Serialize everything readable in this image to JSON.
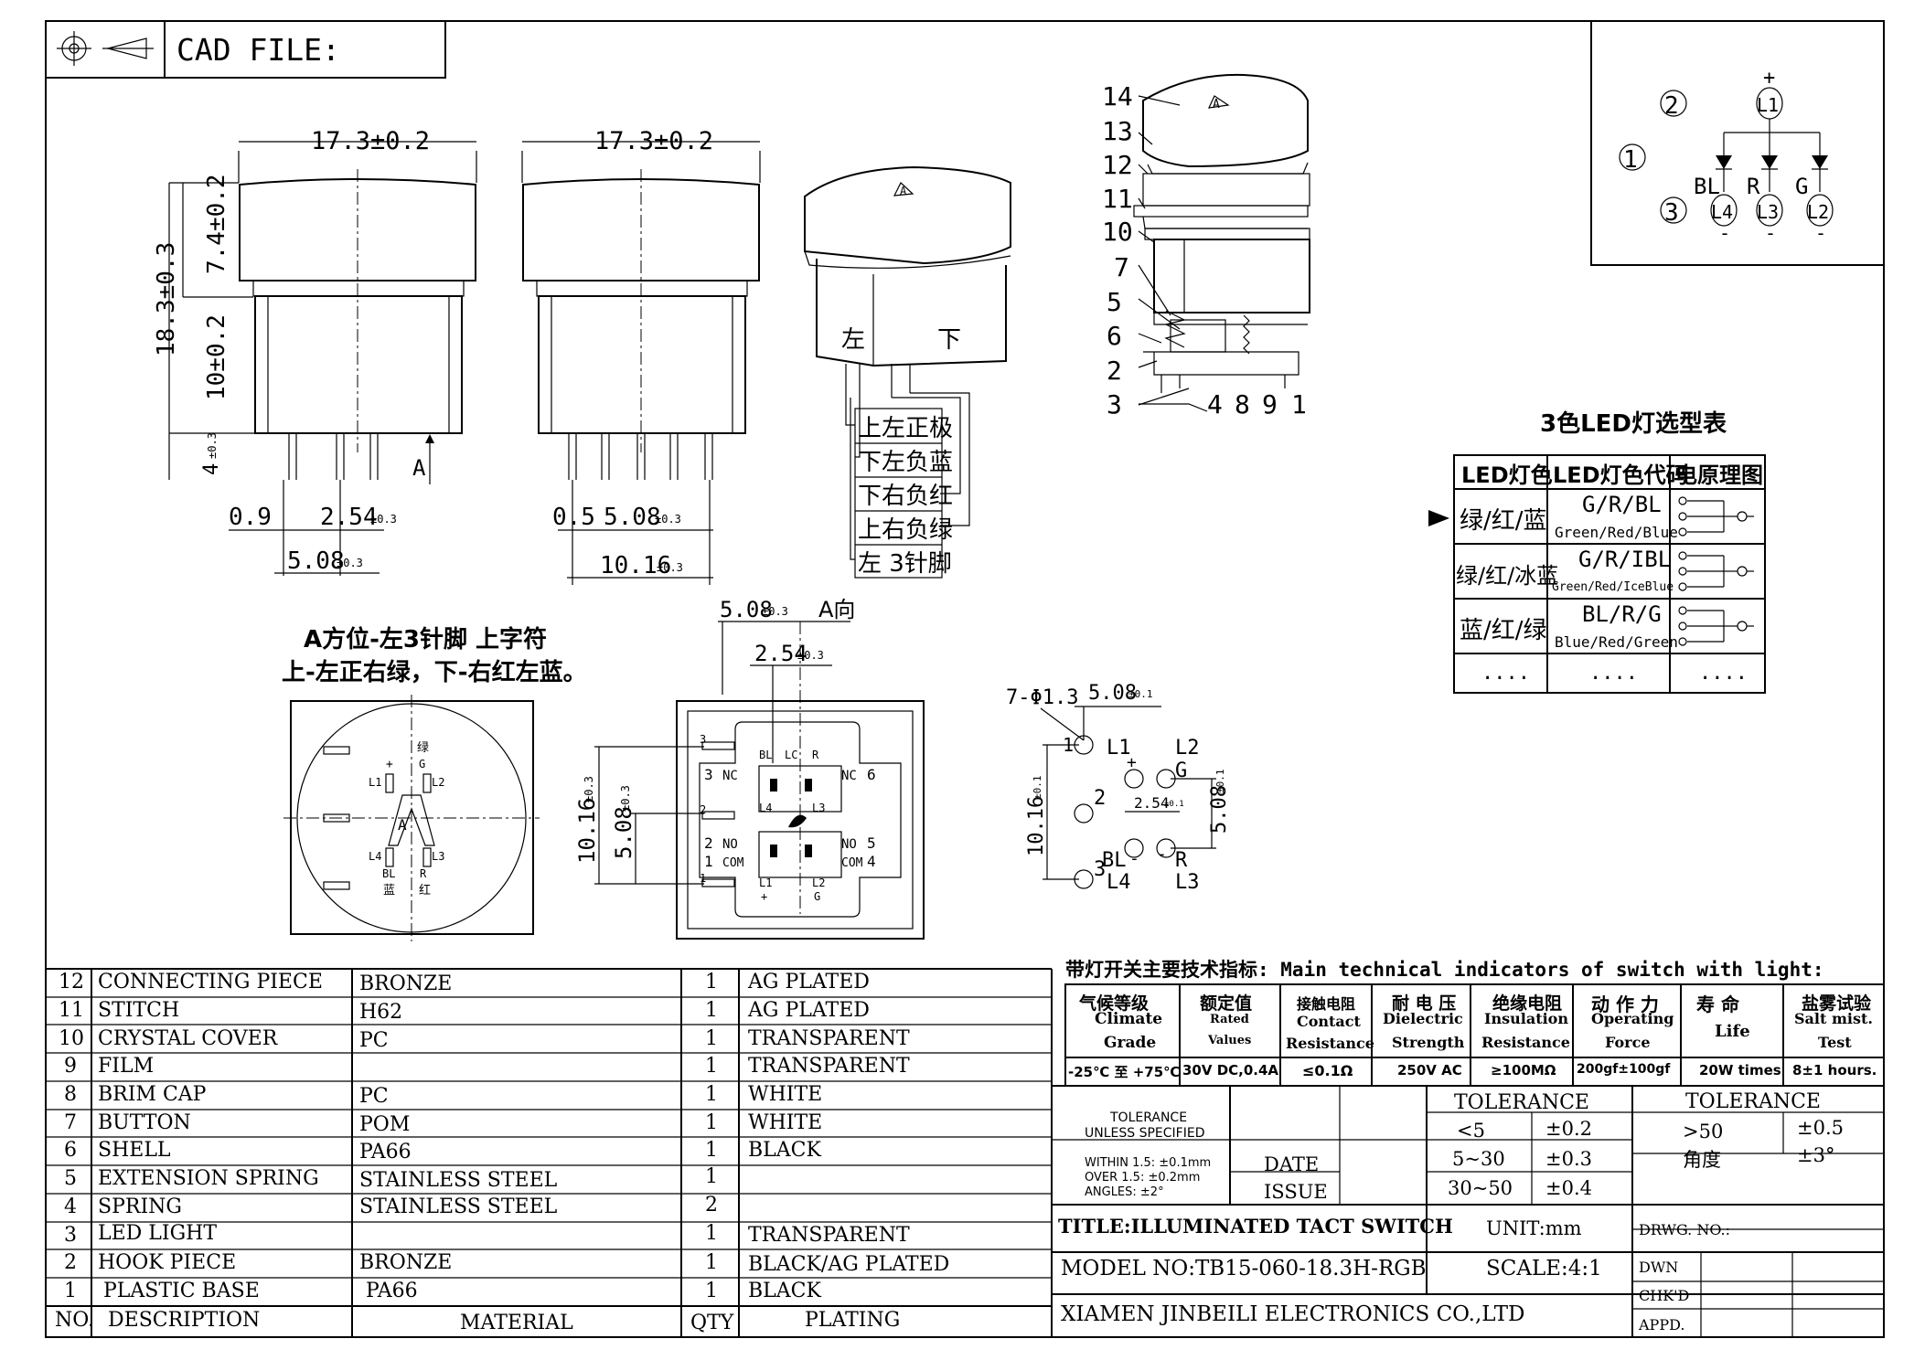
{
  "header": {
    "cad_label": "CAD FILE:"
  },
  "dims": {
    "width1": "17.3±0.2",
    "width2": "17.3±0.2",
    "total_height": "18.3±0.3",
    "cap_height": "7.4±0.2",
    "body_height": "10±0.2",
    "pin_len": "4",
    "pin_len_tol": "±0.3",
    "a_arrow": "A",
    "d09": "0.9",
    "d254": "2.54",
    "d254_tol": "±0.3",
    "d508a": "5.08",
    "d508a_tol": "±0.3",
    "d05": "0.5",
    "d508b": "5.08",
    "d508b_tol": "±0.3",
    "d1016": "10.16",
    "d1016_tol": "±0.3"
  },
  "persp": {
    "cap_letter": "A",
    "left": "左",
    "down": "下",
    "pins": [
      "上左正极",
      "下左负蓝",
      "下右负红",
      "上右负绿",
      "左 3针脚"
    ]
  },
  "exploded": {
    "labels": [
      "14",
      "13",
      "12",
      "11",
      "10",
      "7",
      "5",
      "6",
      "2",
      "3",
      "4",
      "8",
      "9",
      "1"
    ],
    "cap_letter": "A"
  },
  "schematic": {
    "c2": "2",
    "c1": "1",
    "c3": "3",
    "plus": "+",
    "l1": "L1",
    "bl": "BL",
    "r": "R",
    "g": "G",
    "l4": "L4",
    "l3": "L3",
    "l2": "L2",
    "minus": "-"
  },
  "led_table": {
    "title": "3色LED灯选型表",
    "headers": [
      "LED灯色",
      "LED灯色代码",
      "电原理图"
    ],
    "rows": [
      {
        "color": "绿/红/蓝",
        "code": "G/R/BL",
        "sub": "Green/Red/Blue"
      },
      {
        "color": "绿/红/冰蓝",
        "code": "G/R/IBL",
        "sub": "Green/Red/IceBlue"
      },
      {
        "color": "蓝/红/绿",
        "code": "BL/R/G",
        "sub": "Blue/Red/Green"
      },
      {
        "color": "....",
        "code": "....",
        "sub": "...."
      }
    ]
  },
  "orient": {
    "note1": "A方位-左3针脚 上字符",
    "note2": "上-左正右绿，下-右红左蓝。",
    "plus": "+",
    "g_cn": "绿",
    "g": "G",
    "l1": "L1",
    "l2": "L2",
    "cap": "A",
    "l4": "L4",
    "l3": "L3",
    "bl": "BL",
    "r": "R",
    "blue_cn": "蓝",
    "red_cn": "红"
  },
  "footprint": {
    "top_dim": "5.08",
    "top_tol": "±0.3",
    "a_dir": "A向",
    "mid_dim": "2.54",
    "mid_tol": "±0.3",
    "left_dim1": "10.16",
    "left_tol1": "±0.3",
    "left_dim2": "5.08",
    "left_tol2": "±0.3",
    "p3": "3",
    "p2": "2",
    "p1": "1",
    "nc_l": "NC",
    "nc_r": "NC",
    "no_l": "NO",
    "com_l": "COM",
    "no_r": "NO",
    "com_r": "COM",
    "n6": "6",
    "n5": "5",
    "n4": "4",
    "bl": "BL",
    "lc": "LC",
    "r": "R",
    "l4": "L4",
    "l3": "L3",
    "l1": "L1",
    "l2": "L2",
    "plus": "+",
    "g": "G"
  },
  "pcb": {
    "hole": "7-Φ1.3",
    "dim": "5.08",
    "dim_tol": "±0.1",
    "n1": "1",
    "n2": "2",
    "n3": "3",
    "l1": "L1",
    "l2": "L2",
    "g": "G",
    "plus": "+",
    "d254": "2.54",
    "d254_tol": "±0.1",
    "bl": "BL",
    "minus1": "-",
    "l4": "L4",
    "minus2": "-",
    "r": "R",
    "l3": "L3",
    "v1016": "10.16",
    "v1016_tol": "±0.1",
    "v508": "5.08",
    "v508_tol": "±0.1"
  },
  "tech": {
    "title": "带灯开关主要技术指标: Main technical indicators of switch with light:",
    "cols": [
      {
        "cn": "气候等级",
        "en1": "Climate",
        "en2": "Grade",
        "val": "-25℃ 至 +75℃"
      },
      {
        "cn": "额定值",
        "en1": "Rated",
        "en2": "Values",
        "val": "30V DC,0.4A"
      },
      {
        "cn": "接触电阻",
        "en1": "Contact",
        "en2": "Resistance",
        "val": "≤0.1Ω"
      },
      {
        "cn": "耐 电 压",
        "en1": "Dielectric",
        "en2": "Strength",
        "val": "250V AC"
      },
      {
        "cn": "绝缘电阻",
        "en1": "Insulation",
        "en2": "Resistance",
        "val": "≥100MΩ"
      },
      {
        "cn": "动 作 力",
        "en1": "Operating",
        "en2": "Force",
        "val": "200gf±100gf"
      },
      {
        "cn": "寿    命",
        "en1": "",
        "en2": "Life",
        "val": "20W times"
      },
      {
        "cn": "盐雾试验",
        "en1": "Salt mist.",
        "en2": "Test",
        "val": "8±1 hours."
      }
    ]
  },
  "bom": {
    "rows": [
      {
        "no": "12",
        "desc": "CONNECTING PIECE",
        "mat": "BRONZE",
        "qty": "1",
        "plating": "AG PLATED"
      },
      {
        "no": "11",
        "desc": "STITCH",
        "mat": "H62",
        "qty": "1",
        "plating": "AG PLATED"
      },
      {
        "no": "10",
        "desc": "CRYSTAL COVER",
        "mat": "PC",
        "qty": "1",
        "plating": "TRANSPARENT"
      },
      {
        "no": "9",
        "desc": "FILM",
        "mat": "",
        "qty": "1",
        "plating": "TRANSPARENT"
      },
      {
        "no": "8",
        "desc": "BRIM CAP",
        "mat": "PC",
        "qty": "1",
        "plating": "WHITE"
      },
      {
        "no": "7",
        "desc": "BUTTON",
        "mat": "POM",
        "qty": "1",
        "plating": "WHITE"
      },
      {
        "no": "6",
        "desc": "SHELL",
        "mat": "PA66",
        "qty": "1",
        "plating": "BLACK"
      },
      {
        "no": "5",
        "desc": "EXTENSION SPRING",
        "mat": "STAINLESS STEEL",
        "qty": "1",
        "plating": ""
      },
      {
        "no": "4",
        "desc": "SPRING",
        "mat": "STAINLESS STEEL",
        "qty": "2",
        "plating": ""
      },
      {
        "no": "3",
        "desc": "LED LIGHT",
        "mat": "",
        "qty": "1",
        "plating": "TRANSPARENT"
      },
      {
        "no": "2",
        "desc": "HOOK PIECE",
        "mat": "BRONZE",
        "qty": "1",
        "plating": "BLACK/AG PLATED"
      },
      {
        "no": "1",
        "desc": "PLASTIC BASE",
        "mat": "PA66",
        "qty": "1",
        "plating": "BLACK"
      }
    ],
    "header": {
      "no": "NO.",
      "desc": "DESCRIPTION",
      "mat": "MATERIAL",
      "qty": "QTY",
      "plating": "PLATING"
    }
  },
  "title_block": {
    "tol_unless1": "TOLERANCE",
    "tol_unless2": "UNLESS SPECIFIED",
    "within": "WITHIN 1.5: ±0.1mm",
    "over": "OVER 1.5:  ±0.2mm",
    "angles": "ANGLES: ±2°",
    "date": "DATE",
    "issue": "ISSUE",
    "tol1": "TOLERANCE",
    "tol2": "TOLERANCE",
    "lt5": "<5",
    "v02": "±0.2",
    "r530": "5~30",
    "v03": "±0.3",
    "r3050": "30~50",
    "v04": "±0.4",
    "gt50": ">50",
    "v05": "±0.5",
    "angle": "角度",
    "v3deg": "±3°",
    "title": "TITLE:ILLUMINATED TACT SWITCH",
    "unit": "UNIT:mm",
    "drwg": "DRWG. NO.:",
    "model": "MODEL NO:TB15-060-18.3H-RGB",
    "scale": "SCALE:4:1",
    "dwn": "DWN",
    "company": "XIAMEN JINBEILI ELECTRONICS CO.,LTD",
    "chkd": "CHK'D",
    "appd": "APPD."
  }
}
